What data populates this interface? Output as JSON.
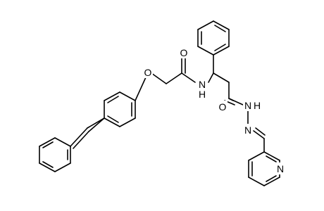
{
  "structure": {
    "atoms": [
      {
        "id": "O_ether",
        "symbol": "O"
      },
      {
        "id": "O_amide1",
        "symbol": "O"
      },
      {
        "id": "N_amide1",
        "symbol": "N"
      },
      {
        "id": "H_amide1",
        "symbol": "H"
      },
      {
        "id": "O_amide2",
        "symbol": "O"
      },
      {
        "id": "N_hydrazide",
        "symbol": "N"
      },
      {
        "id": "H_hydrazide",
        "symbol": "H"
      },
      {
        "id": "N_imine",
        "symbol": "N"
      },
      {
        "id": "N_pyridine",
        "symbol": "N"
      }
    ]
  }
}
